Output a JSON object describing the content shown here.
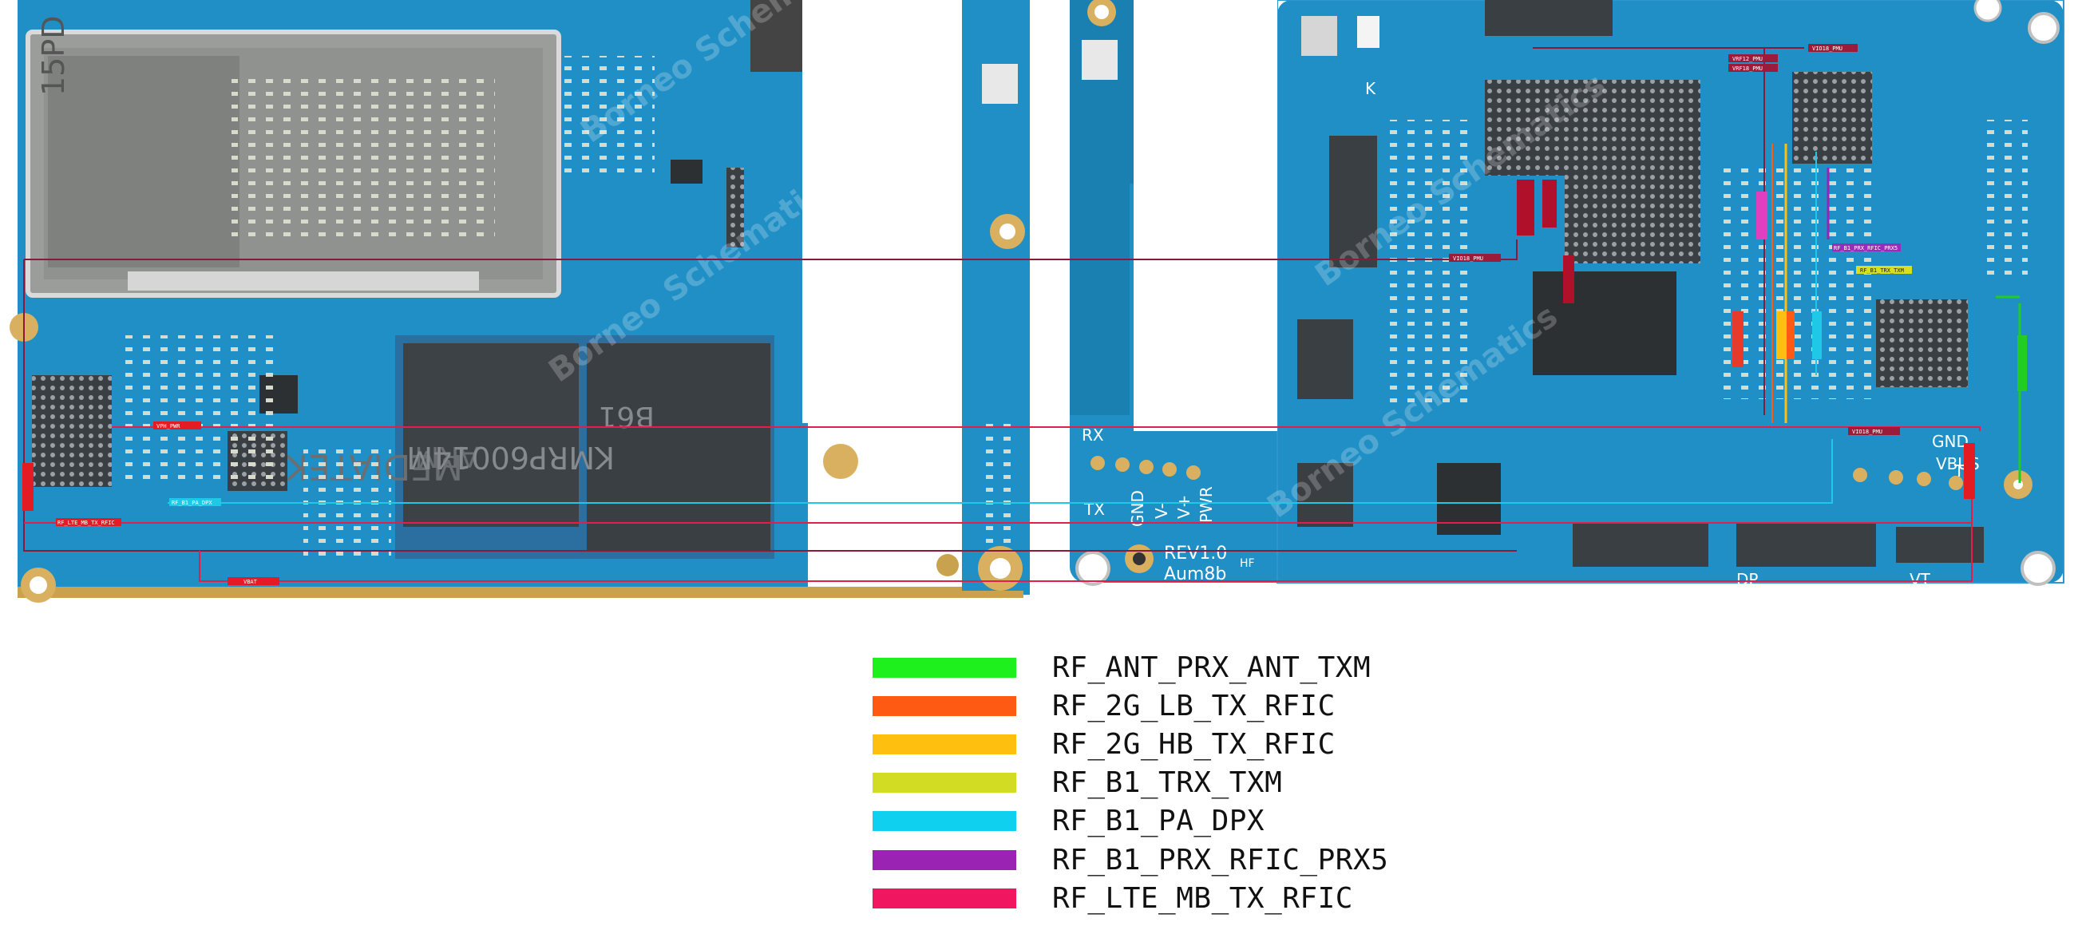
{
  "board": {
    "colors": {
      "pcb": "#1f8fc5",
      "pcb_dark": "#176f9c",
      "pad": "#c8c8b8",
      "chip": "#3a3f44",
      "gold": "#d8b060",
      "trace": "#8b1a3a"
    },
    "silkscreen": {
      "sim_tray_mark": "15PD",
      "memory_chip_text": "KMRP60014M",
      "memory_chip_text2": "B61",
      "cpu_text": "MEDIATEK",
      "cpu_text2": "ARM",
      "rx_label": "RX",
      "tx_label": "TX",
      "gnd_label": "GND",
      "vminus_label": "V-",
      "vplus_label": "V+",
      "pwr_label": "PWR",
      "rev_label": "REV1.0",
      "model_label": "Aum8b",
      "hf_label": "HF",
      "k_label": "K",
      "gnd_label_right": "GND",
      "vbus_label": "VBUS",
      "dp_label": "DP",
      "vt_label": "VT",
      "t_label": "T"
    },
    "watermark": "Borneo Schematics",
    "tags": [
      {
        "text": "VPH_PWR",
        "color": "#e31b23"
      },
      {
        "text": "RF_B1_PA_DPX",
        "color": "#1ec8e6"
      },
      {
        "text": "RF_LTE_MB_TX_RFIC",
        "color": "#e31b23"
      },
      {
        "text": "VBAT",
        "color": "#e31b23"
      },
      {
        "text": "VIO18_PMU",
        "color": "#9b1b3a"
      },
      {
        "text": "VRF12_PMU",
        "color": "#9b1b3a"
      },
      {
        "text": "VRF18_PMU",
        "color": "#9b1b3a"
      },
      {
        "text": "VIO18_PMU",
        "color": "#9b1b3a"
      },
      {
        "text": "RF_B1_PRX_RFIC_PRX5",
        "color": "#9b2bbb"
      },
      {
        "text": "RF_B1_TRX_TXM",
        "color": "#d4e020"
      },
      {
        "text": "VIO18_PMU",
        "color": "#9b1b3a"
      }
    ]
  },
  "legend": [
    {
      "label": "RF_ANT_PRX_ANT_TXM",
      "color": "#1ef01e"
    },
    {
      "label": "RF_2G_LB_TX_RFIC",
      "color": "#ff5a14"
    },
    {
      "label": "RF_2G_HB_TX_RFIC",
      "color": "#ffbf0f"
    },
    {
      "label": "RF_B1_TRX_TXM",
      "color": "#d2dc23"
    },
    {
      "label": "RF_B1_PA_DPX",
      "color": "#10d0ef"
    },
    {
      "label": "RF_B1_PRX_RFIC_PRX5",
      "color": "#9b23b4"
    },
    {
      "label": "RF_LTE_MB_TX_RFIC",
      "color": "#f01660"
    }
  ]
}
